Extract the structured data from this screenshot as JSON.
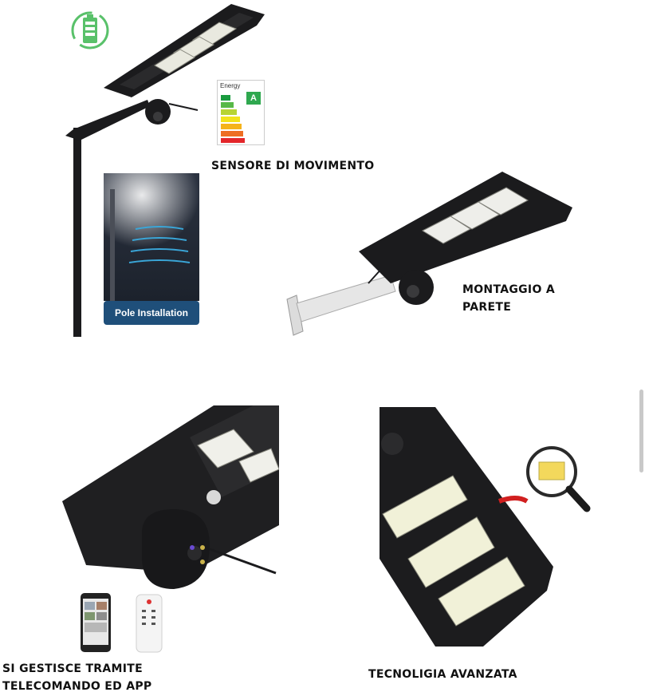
{
  "captions": {
    "motion_sensor": "SENSORE DI MOVIMENTO",
    "wall_mount_line1": "MONTAGGIO A",
    "wall_mount_line2": "PARETE",
    "remote_app_line1": "SI GESTISCE TRAMITE",
    "remote_app_line2": "TELECOMANDO ED APP",
    "advanced_tech": "TECNOLIGIA AVANZATA"
  },
  "badges": {
    "pole_installation": "Pole Installation"
  },
  "energy_label": {
    "title": "Energy",
    "grade": "A"
  },
  "icons": [
    "battery-recycle-icon",
    "energy-label-icon",
    "smartphone-icon",
    "remote-control-icon",
    "magnifier-icon"
  ],
  "colors": {
    "lamp_body": "#1b1b1d",
    "led_panel": "#f2f2ea",
    "badge_blue": "#1f4f7a",
    "battery_green": "#59c16a",
    "grade_green": "#2fa84f"
  }
}
